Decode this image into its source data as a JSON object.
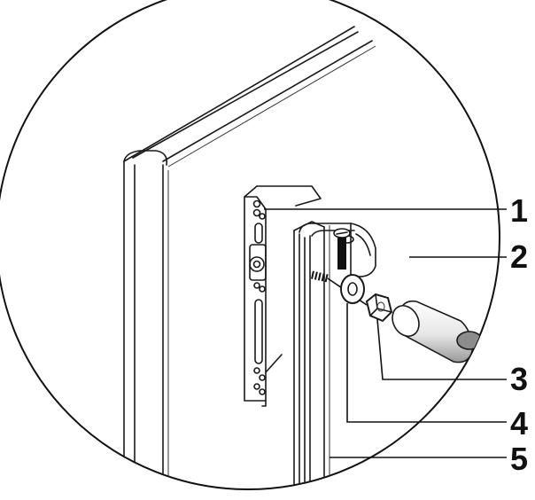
{
  "diagram": {
    "callouts": [
      {
        "id": "1",
        "label": "1"
      },
      {
        "id": "2",
        "label": "2"
      },
      {
        "id": "3",
        "label": "3"
      },
      {
        "id": "4",
        "label": "4"
      },
      {
        "id": "5",
        "label": "5"
      }
    ],
    "colors": {
      "line": "#1a1a1a",
      "background": "#ffffff",
      "shade": "#dcdcdc"
    }
  }
}
